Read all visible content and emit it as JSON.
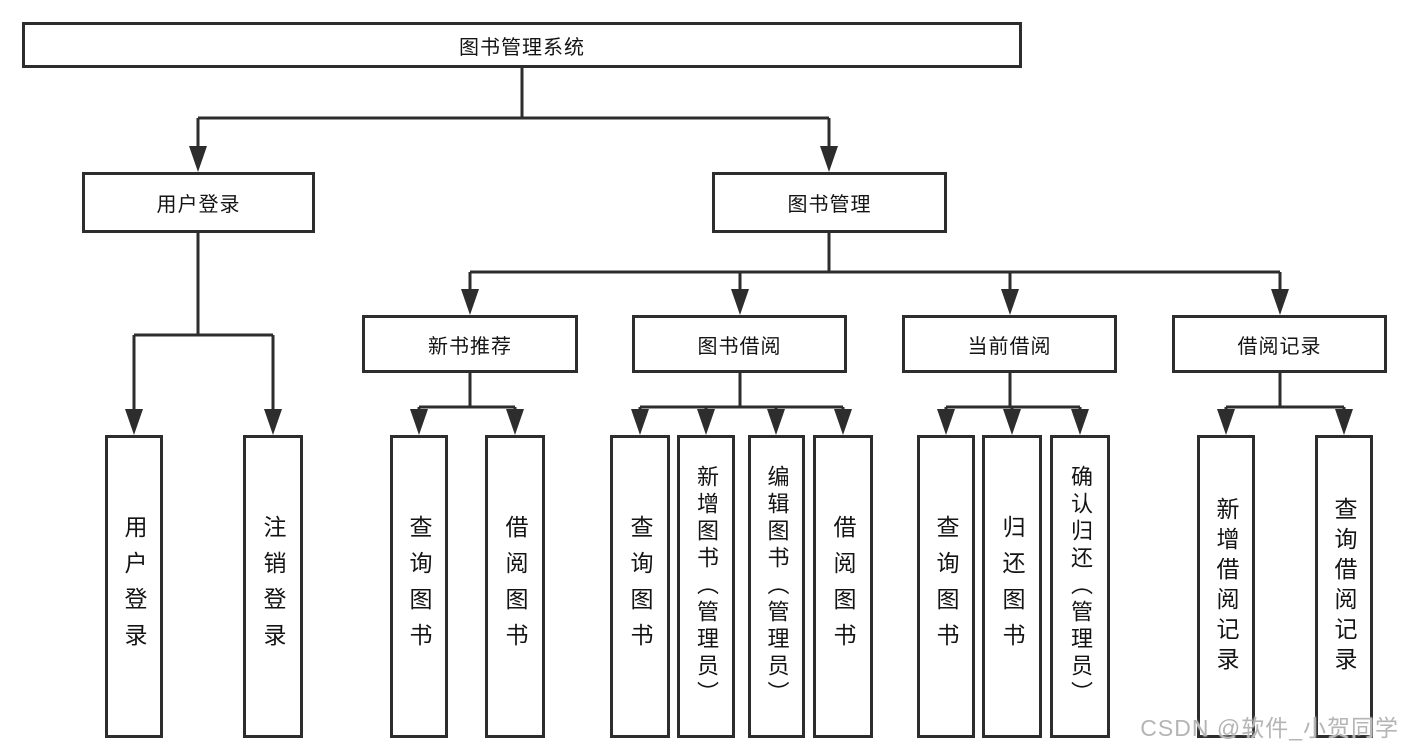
{
  "colors": {
    "line": "#2d2d2d",
    "box_border": "#2d2d2d",
    "box_fill": "#ffffff",
    "text": "#141414",
    "watermark": "#b5b5b5"
  },
  "watermark": "CSDN @软件_小贺同学",
  "tree": {
    "root": {
      "label": "图书管理系统"
    },
    "children": [
      {
        "label": "用户登录",
        "children": [
          {
            "label": "用户登录"
          },
          {
            "label": "注销登录"
          }
        ]
      },
      {
        "label": "图书管理",
        "children": [
          {
            "label": "新书推荐",
            "children": [
              {
                "label": "查询图书"
              },
              {
                "label": "借阅图书"
              }
            ]
          },
          {
            "label": "图书借阅",
            "children": [
              {
                "label": "查询图书"
              },
              {
                "label": "新增图书（管理员）"
              },
              {
                "label": "编辑图书（管理员）"
              },
              {
                "label": "借阅图书"
              }
            ]
          },
          {
            "label": "当前借阅",
            "children": [
              {
                "label": "查询图书"
              },
              {
                "label": "归还图书"
              },
              {
                "label": "确认归还（管理员）"
              }
            ]
          },
          {
            "label": "借阅记录",
            "children": [
              {
                "label": "新增借阅记录"
              },
              {
                "label": "查询借阅记录"
              }
            ]
          }
        ]
      }
    ]
  }
}
